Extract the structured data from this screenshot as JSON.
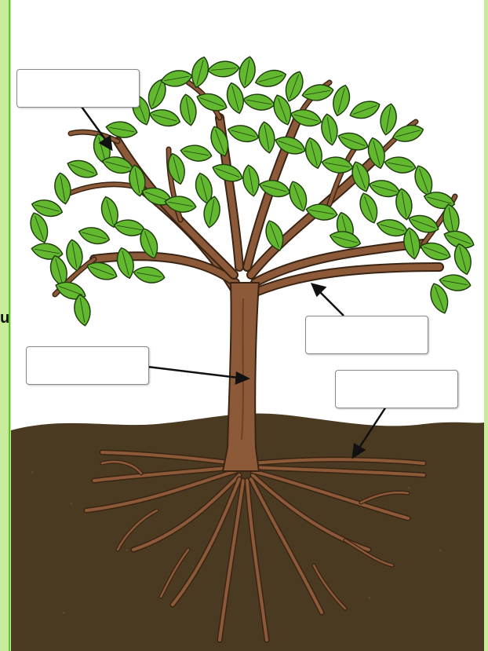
{
  "diagram": {
    "edge_text": "u",
    "labels": [
      {
        "id": "leaves",
        "text": ""
      },
      {
        "id": "branch",
        "text": ""
      },
      {
        "id": "trunk",
        "text": ""
      },
      {
        "id": "roots",
        "text": ""
      }
    ]
  },
  "colors": {
    "background": "#c8ec9c",
    "sky": "#ffffff",
    "soil": "#4a3a22",
    "trunk": "#8c5a38",
    "trunk_outline": "#3a2414",
    "leaf": "#62b82e",
    "leaf_outline": "#1f3d0e",
    "arrow": "#111111",
    "frame_green": "#5fc52e"
  }
}
